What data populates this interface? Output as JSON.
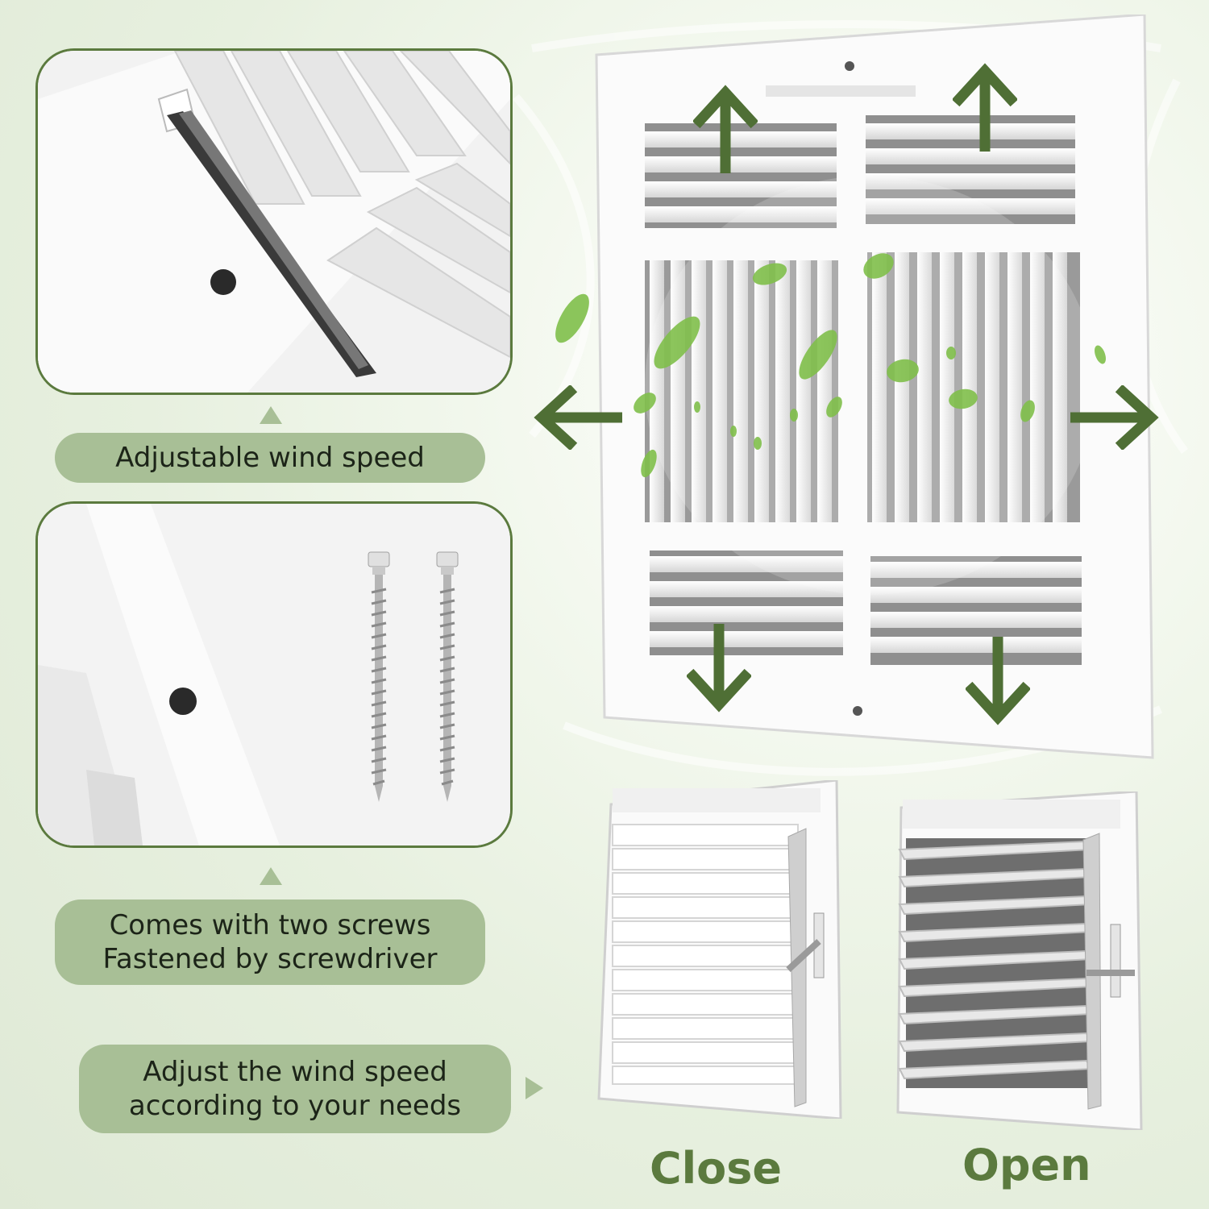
{
  "labels": {
    "adjustable_wind_speed": "Adjustable wind speed",
    "screws_line1": "Comes with two screws",
    "screws_line2": "Fastened by screwdriver",
    "adjust_line1": "Adjust the wind speed",
    "adjust_line2": "according to your needs",
    "close": "Close",
    "open": "Open"
  },
  "colors": {
    "accent_green": "#5b7a3e",
    "pill_green": "#a8bf96",
    "arrow_green": "#4f6f35"
  },
  "icons": [
    "arrow-up-icon",
    "arrow-down-icon",
    "arrow-left-icon",
    "arrow-right-icon",
    "leaf-icon"
  ]
}
